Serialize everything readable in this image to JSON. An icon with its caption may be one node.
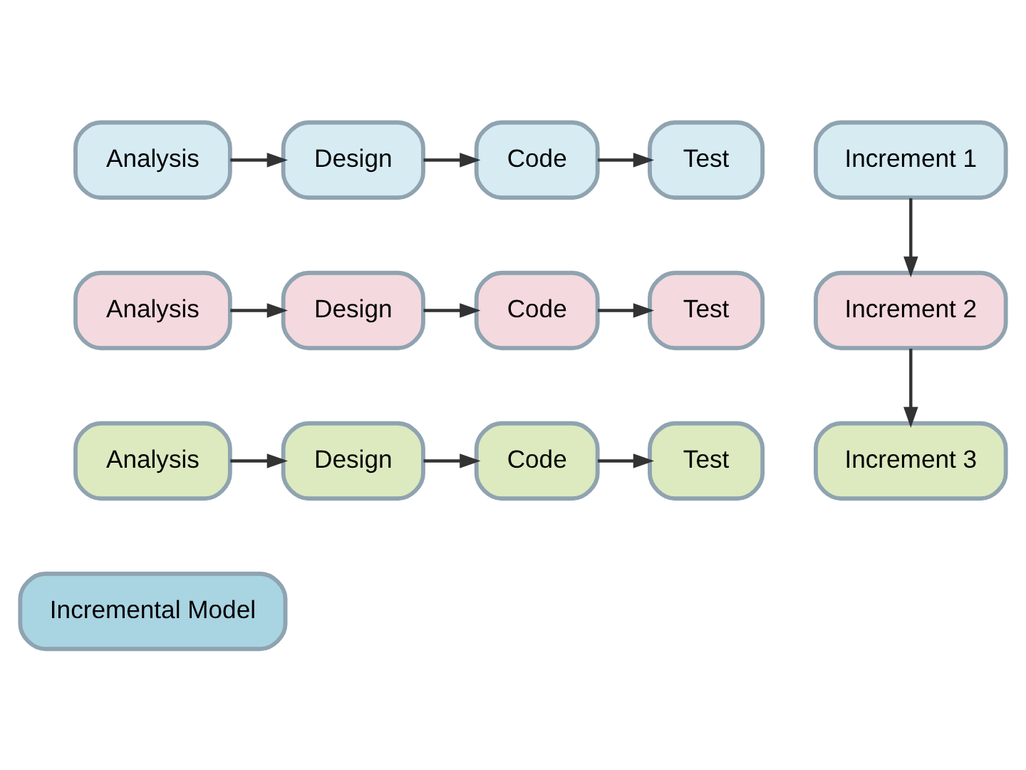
{
  "diagram": {
    "nodes": [
      {
        "text": [
          "Analysis"
        ]
      },
      {
        "text": [
          "Design"
        ]
      },
      {
        "text": [
          "Code"
        ]
      },
      {
        "text": [
          "Test"
        ]
      },
      {
        "text": [
          "Increment 1"
        ]
      },
      {
        "text": [
          "Analysis"
        ]
      },
      {
        "text": [
          "Design"
        ]
      },
      {
        "text": [
          "Code"
        ]
      },
      {
        "text": [
          "Test"
        ]
      },
      {
        "text": [
          "Increment 2"
        ]
      },
      {
        "text": [
          "Analysis"
        ]
      },
      {
        "text": [
          "Design"
        ]
      },
      {
        "text": [
          "Code"
        ]
      },
      {
        "text": [
          "Test"
        ]
      },
      {
        "text": [
          "Increment 3"
        ]
      },
      {
        "text": [
          "Incremental Model"
        ]
      }
    ],
    "edges": [
      {
        "from": 0,
        "to": 1,
        "arrow": "to"
      },
      {
        "from": 1,
        "to": 2,
        "arrow": "to"
      },
      {
        "from": 2,
        "to": 3,
        "arrow": "to"
      },
      {
        "from": 4,
        "to": 9,
        "arrow": "to"
      },
      {
        "from": 5,
        "to": 6,
        "arrow": "to"
      },
      {
        "from": 6,
        "to": 7,
        "arrow": "to"
      },
      {
        "from": 7,
        "to": 8,
        "arrow": "to"
      },
      {
        "from": 9,
        "to": 14,
        "arrow": "to"
      },
      {
        "from": 10,
        "to": 11,
        "arrow": "to"
      },
      {
        "from": 11,
        "to": 12,
        "arrow": "to"
      },
      {
        "from": 12,
        "to": 13,
        "arrow": "to"
      }
    ]
  }
}
